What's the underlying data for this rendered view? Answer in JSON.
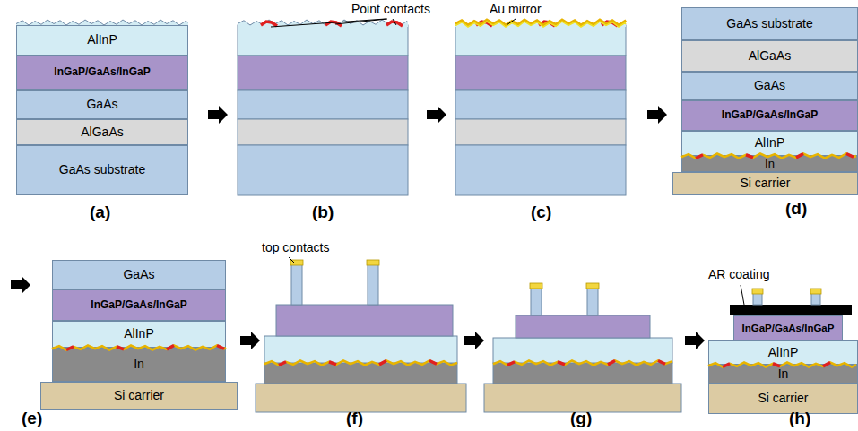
{
  "diagram": {
    "nodes": [
      {
        "text": [
          "AlInP"
        ]
      },
      {
        "text": [
          "InGaP/GaAs/InGaP"
        ]
      },
      {
        "text": [
          "GaAs"
        ]
      },
      {
        "text": [
          "AlGaAs"
        ]
      },
      {
        "text": [
          "GaAs substrate"
        ]
      },
      {
        "text": [
          "GaAs substrate"
        ]
      },
      {
        "text": [
          "AlGaAs"
        ]
      },
      {
        "text": [
          "GaAs"
        ]
      },
      {
        "text": [
          "InGaP/GaAs/InGaP"
        ]
      },
      {
        "text": [
          "AlInP"
        ]
      },
      {
        "text": [
          "In"
        ]
      },
      {
        "text": [
          "Si carrier"
        ]
      },
      {
        "text": [
          "GaAs"
        ]
      },
      {
        "text": [
          "InGaP/GaAs/InGaP"
        ]
      },
      {
        "text": [
          "AlInP"
        ]
      },
      {
        "text": [
          "In"
        ]
      },
      {
        "text": [
          "Si carrier"
        ]
      },
      {
        "text": [
          "InGaP/GaAs/InGaP"
        ]
      },
      {
        "text": [
          "AlInP"
        ]
      },
      {
        "text": [
          "In"
        ]
      },
      {
        "text": [
          "Si carrier"
        ]
      }
    ],
    "labels": [
      "Point contacts",
      "Au mirror",
      "top contacts",
      "AR coating",
      "(a)",
      "(b)",
      "(c)",
      "(d)",
      "(e)",
      "(f)",
      "(g)",
      "(h)"
    ]
  }
}
